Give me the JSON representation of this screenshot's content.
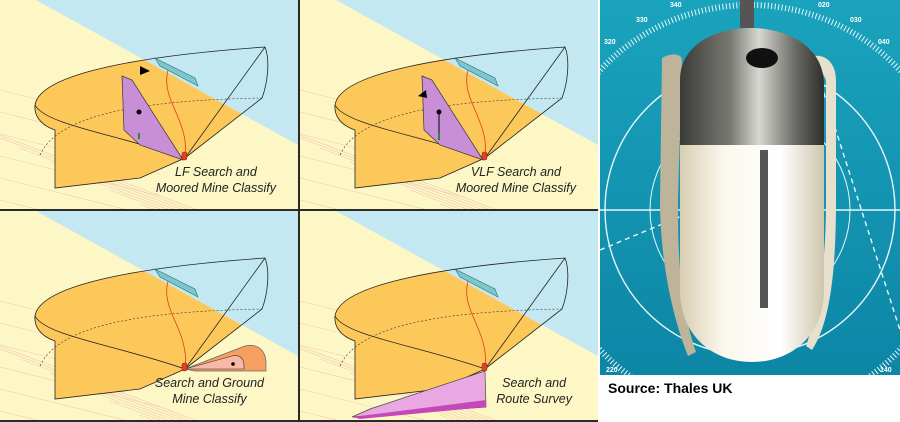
{
  "panels": [
    {
      "caption_line1": "LF Search and",
      "caption_line2": "Moored Mine Classify",
      "mode": "lf"
    },
    {
      "caption_line1": "VLF Search and",
      "caption_line2": "Moored Mine Classify",
      "mode": "vlf"
    },
    {
      "caption_line1": "Search and Ground",
      "caption_line2": "Mine Classify",
      "mode": "ground"
    },
    {
      "caption_line1": "Search and",
      "caption_line2": "Route Survey",
      "mode": "route"
    }
  ],
  "photo": {
    "compass_labels": [
      "340",
      "330",
      "320",
      "020",
      "030",
      "040",
      "220",
      "140"
    ]
  },
  "source": "Source: Thales UK",
  "colors": {
    "sea_floor": "#fdf7c6",
    "water": "#c4e8f2",
    "coverage": "#fcc85a",
    "beam": "#c98fd6",
    "ground_beam": "#f5a060",
    "route_beam": "#e9a8e2",
    "photo_bg": "#1a9ab5"
  }
}
